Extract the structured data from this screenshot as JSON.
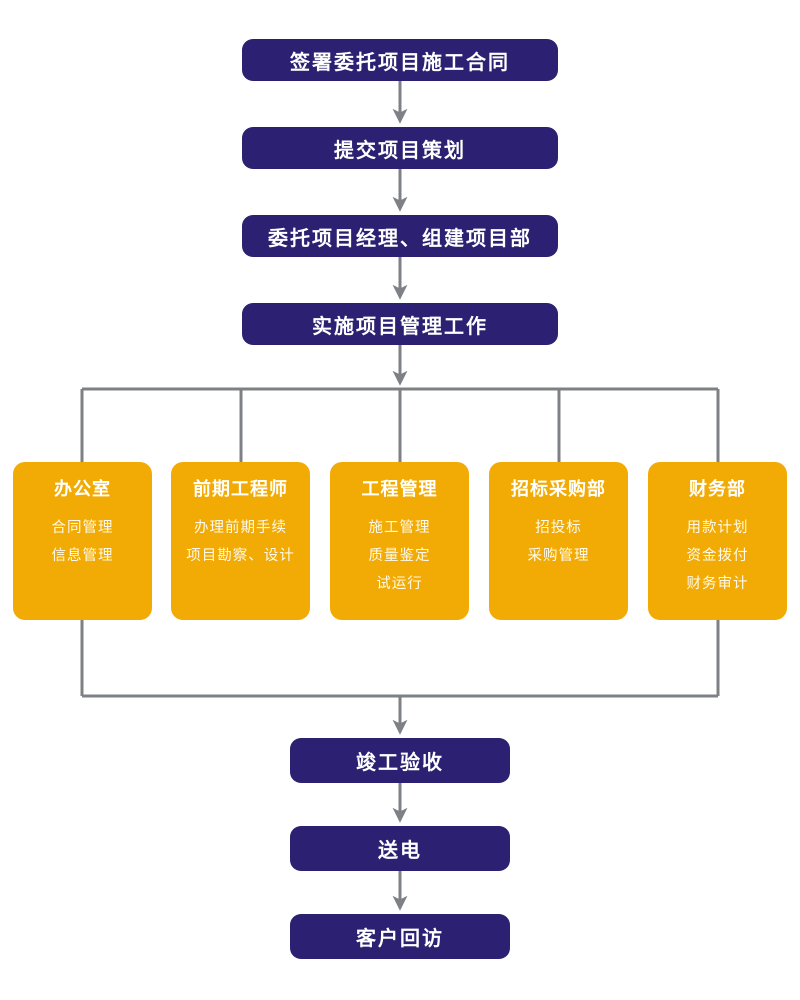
{
  "colors": {
    "step_box": "#2b2071",
    "dept_box": "#f2ab04",
    "connector": "#7d8084",
    "text": "#ffffff"
  },
  "flow": {
    "top_steps": [
      "签署委托项目施工合同",
      "提交项目策划",
      "委托项目经理、组建项目部",
      "实施项目管理工作"
    ],
    "departments": [
      {
        "title": "办公室",
        "items": [
          "合同管理",
          "信息管理"
        ]
      },
      {
        "title": "前期工程师",
        "items": [
          "办理前期手续",
          "项目勘察、设计"
        ]
      },
      {
        "title": "工程管理",
        "items": [
          "施工管理",
          "质量鉴定",
          "试运行"
        ]
      },
      {
        "title": "招标采购部",
        "items": [
          "招投标",
          "采购管理"
        ]
      },
      {
        "title": "财务部",
        "items": [
          "用款计划",
          "资金拨付",
          "财务审计"
        ]
      }
    ],
    "bottom_steps": [
      "竣工验收",
      "送电",
      "客户回访"
    ]
  }
}
